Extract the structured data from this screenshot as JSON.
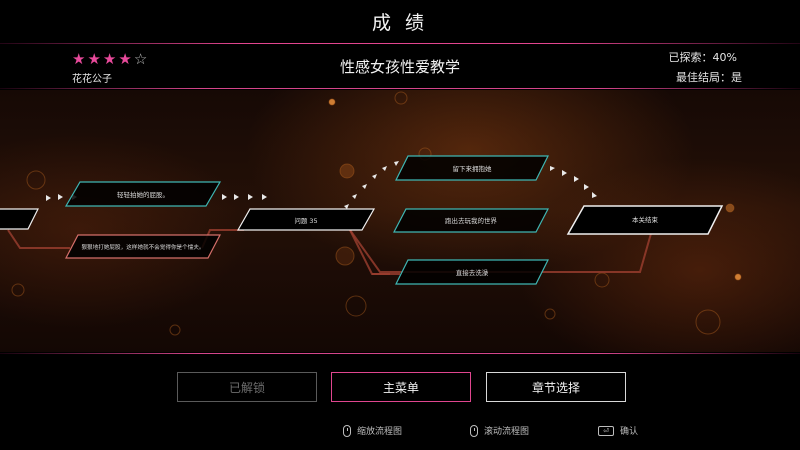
{
  "header": {
    "title": "成 绩",
    "rating": {
      "filled": 4,
      "total": 5
    },
    "rank_title": "花花公子",
    "chapter_name": "性感女孩性爱教学",
    "explored_label": "已探索：40%",
    "best_ending_label": "最佳结局：是"
  },
  "flow": {
    "nodes": {
      "left_edge": "",
      "gentle_kiss": "轻轻拍她的屁股。",
      "hold_tight": "狠狠地打她屁股，这样她就不会觉得你是个懦夫。",
      "question": "问题 35",
      "stay_hug": "留下来拥抱她",
      "go_out": "跑出去玩我的世界",
      "shower": "直接去洗澡",
      "end": "本关结束"
    }
  },
  "buttons": {
    "unlocked": "已解锁",
    "main_menu": "主菜单",
    "chapter_select": "章节选择"
  },
  "hints": {
    "zoom": "缩放流程图",
    "scroll": "滚动流程图",
    "confirm": "确认",
    "confirm_key": "⏎"
  },
  "colors": {
    "accent_pink": "#e0468f",
    "cyan_border": "#3fb6b3",
    "salmon_border": "#d46f6a",
    "node_fill": "#000000"
  }
}
